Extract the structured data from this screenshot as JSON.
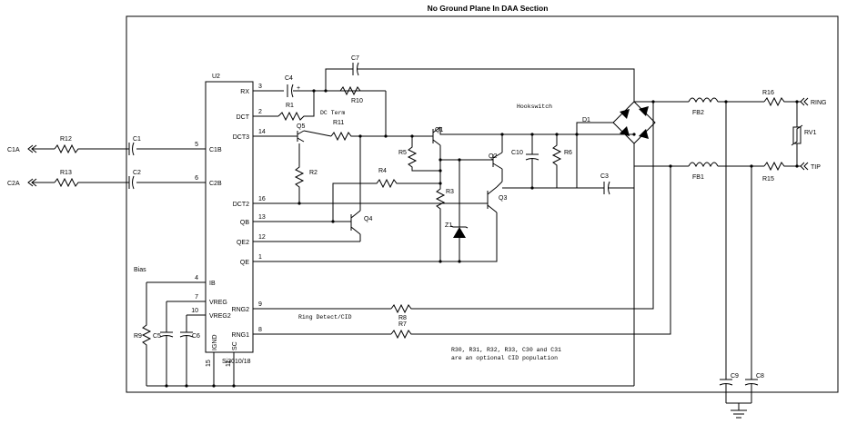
{
  "title": "No Ground Plane In DAA Section",
  "ic": {
    "ref": "U2",
    "part": "Si3010/18",
    "left_pins": [
      {
        "num": "5",
        "name": "C1B"
      },
      {
        "num": "6",
        "name": "C2B"
      },
      {
        "num": "4",
        "name": "IB"
      },
      {
        "num": "7",
        "name": "VREG"
      },
      {
        "num": "10",
        "name": "VREG2"
      }
    ],
    "right_pins": [
      {
        "num": "3",
        "name": "RX"
      },
      {
        "num": "2",
        "name": "DCT"
      },
      {
        "num": "14",
        "name": "DCT3"
      },
      {
        "num": "16",
        "name": "DCT2"
      },
      {
        "num": "13",
        "name": "QB"
      },
      {
        "num": "12",
        "name": "QE2"
      },
      {
        "num": "1",
        "name": "QE"
      },
      {
        "num": "9",
        "name": "RNG2"
      },
      {
        "num": "8",
        "name": "RNG1"
      }
    ],
    "bottom_pins": [
      {
        "num": "15",
        "name": "IGND"
      },
      {
        "num": "11",
        "name": "SC"
      }
    ]
  },
  "ports": {
    "c1a": "C1A",
    "c2a": "C2A",
    "ring": "RING",
    "tip": "TIP"
  },
  "notes": {
    "bias": "Bias",
    "dc_term": "DC Term",
    "hookswitch": "Hookswitch",
    "ring_detect": "Ring Detect/CID",
    "cid_line1": "R30, R31, R32, R33, C30 and C31",
    "cid_line2": "are an optional CID population"
  },
  "refs": {
    "R12": "R12",
    "R13": "R13",
    "C1": "C1",
    "C2": "C2",
    "C4": "C4",
    "C7": "C7",
    "R1": "R1",
    "R10": "R10",
    "R11": "R11",
    "Q5": "Q5",
    "R2": "R2",
    "R4": "R4",
    "Q4": "Q4",
    "Q1": "Q1",
    "R5": "R5",
    "R3": "R3",
    "Q2": "Q2",
    "Q3": "Q3",
    "Z1": "Z1",
    "C10": "C10",
    "R6": "R6",
    "C3": "C3",
    "D1": "D1",
    "FB2": "FB2",
    "FB1": "FB1",
    "R16": "R16",
    "R15": "R15",
    "RV1": "RV1",
    "R8": "R8",
    "R7": "R7",
    "R9": "R9",
    "C5": "C5",
    "C6": "C6",
    "C9": "C9",
    "C8": "C8"
  }
}
